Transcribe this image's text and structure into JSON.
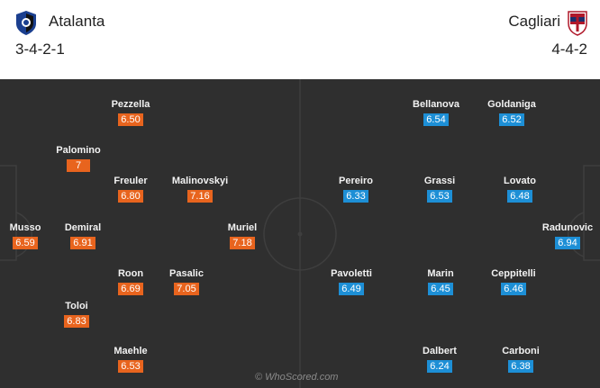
{
  "home": {
    "name": "Atalanta",
    "formation": "3-4-2-1",
    "crest": "atalanta-crest-icon",
    "color": "#e8641e",
    "players": [
      {
        "name": "Musso",
        "rating": "6.59"
      },
      {
        "name": "Demiral",
        "rating": "6.91"
      },
      {
        "name": "Palomino",
        "rating": "7"
      },
      {
        "name": "Toloi",
        "rating": "6.83"
      },
      {
        "name": "Pezzella",
        "rating": "6.50"
      },
      {
        "name": "Freuler",
        "rating": "6.80"
      },
      {
        "name": "Roon",
        "rating": "6.69"
      },
      {
        "name": "Maehle",
        "rating": "6.53"
      },
      {
        "name": "Malinovskyi",
        "rating": "7.16"
      },
      {
        "name": "Pasalic",
        "rating": "7.05"
      },
      {
        "name": "Muriel",
        "rating": "7.18"
      }
    ]
  },
  "away": {
    "name": "Cagliari",
    "formation": "4-4-2",
    "crest": "cagliari-crest-icon",
    "color": "#1d8fd6",
    "players": [
      {
        "name": "Radunovic",
        "rating": "6.94"
      },
      {
        "name": "Goldaniga",
        "rating": "6.52"
      },
      {
        "name": "Lovato",
        "rating": "6.48"
      },
      {
        "name": "Ceppitelli",
        "rating": "6.46"
      },
      {
        "name": "Carboni",
        "rating": "6.38"
      },
      {
        "name": "Bellanova",
        "rating": "6.54"
      },
      {
        "name": "Grassi",
        "rating": "6.53"
      },
      {
        "name": "Marin",
        "rating": "6.45"
      },
      {
        "name": "Dalbert",
        "rating": "6.24"
      },
      {
        "name": "Pereiro",
        "rating": "6.33"
      },
      {
        "name": "Pavoletti",
        "rating": "6.49"
      }
    ]
  },
  "watermark": "© WhoScored.com"
}
